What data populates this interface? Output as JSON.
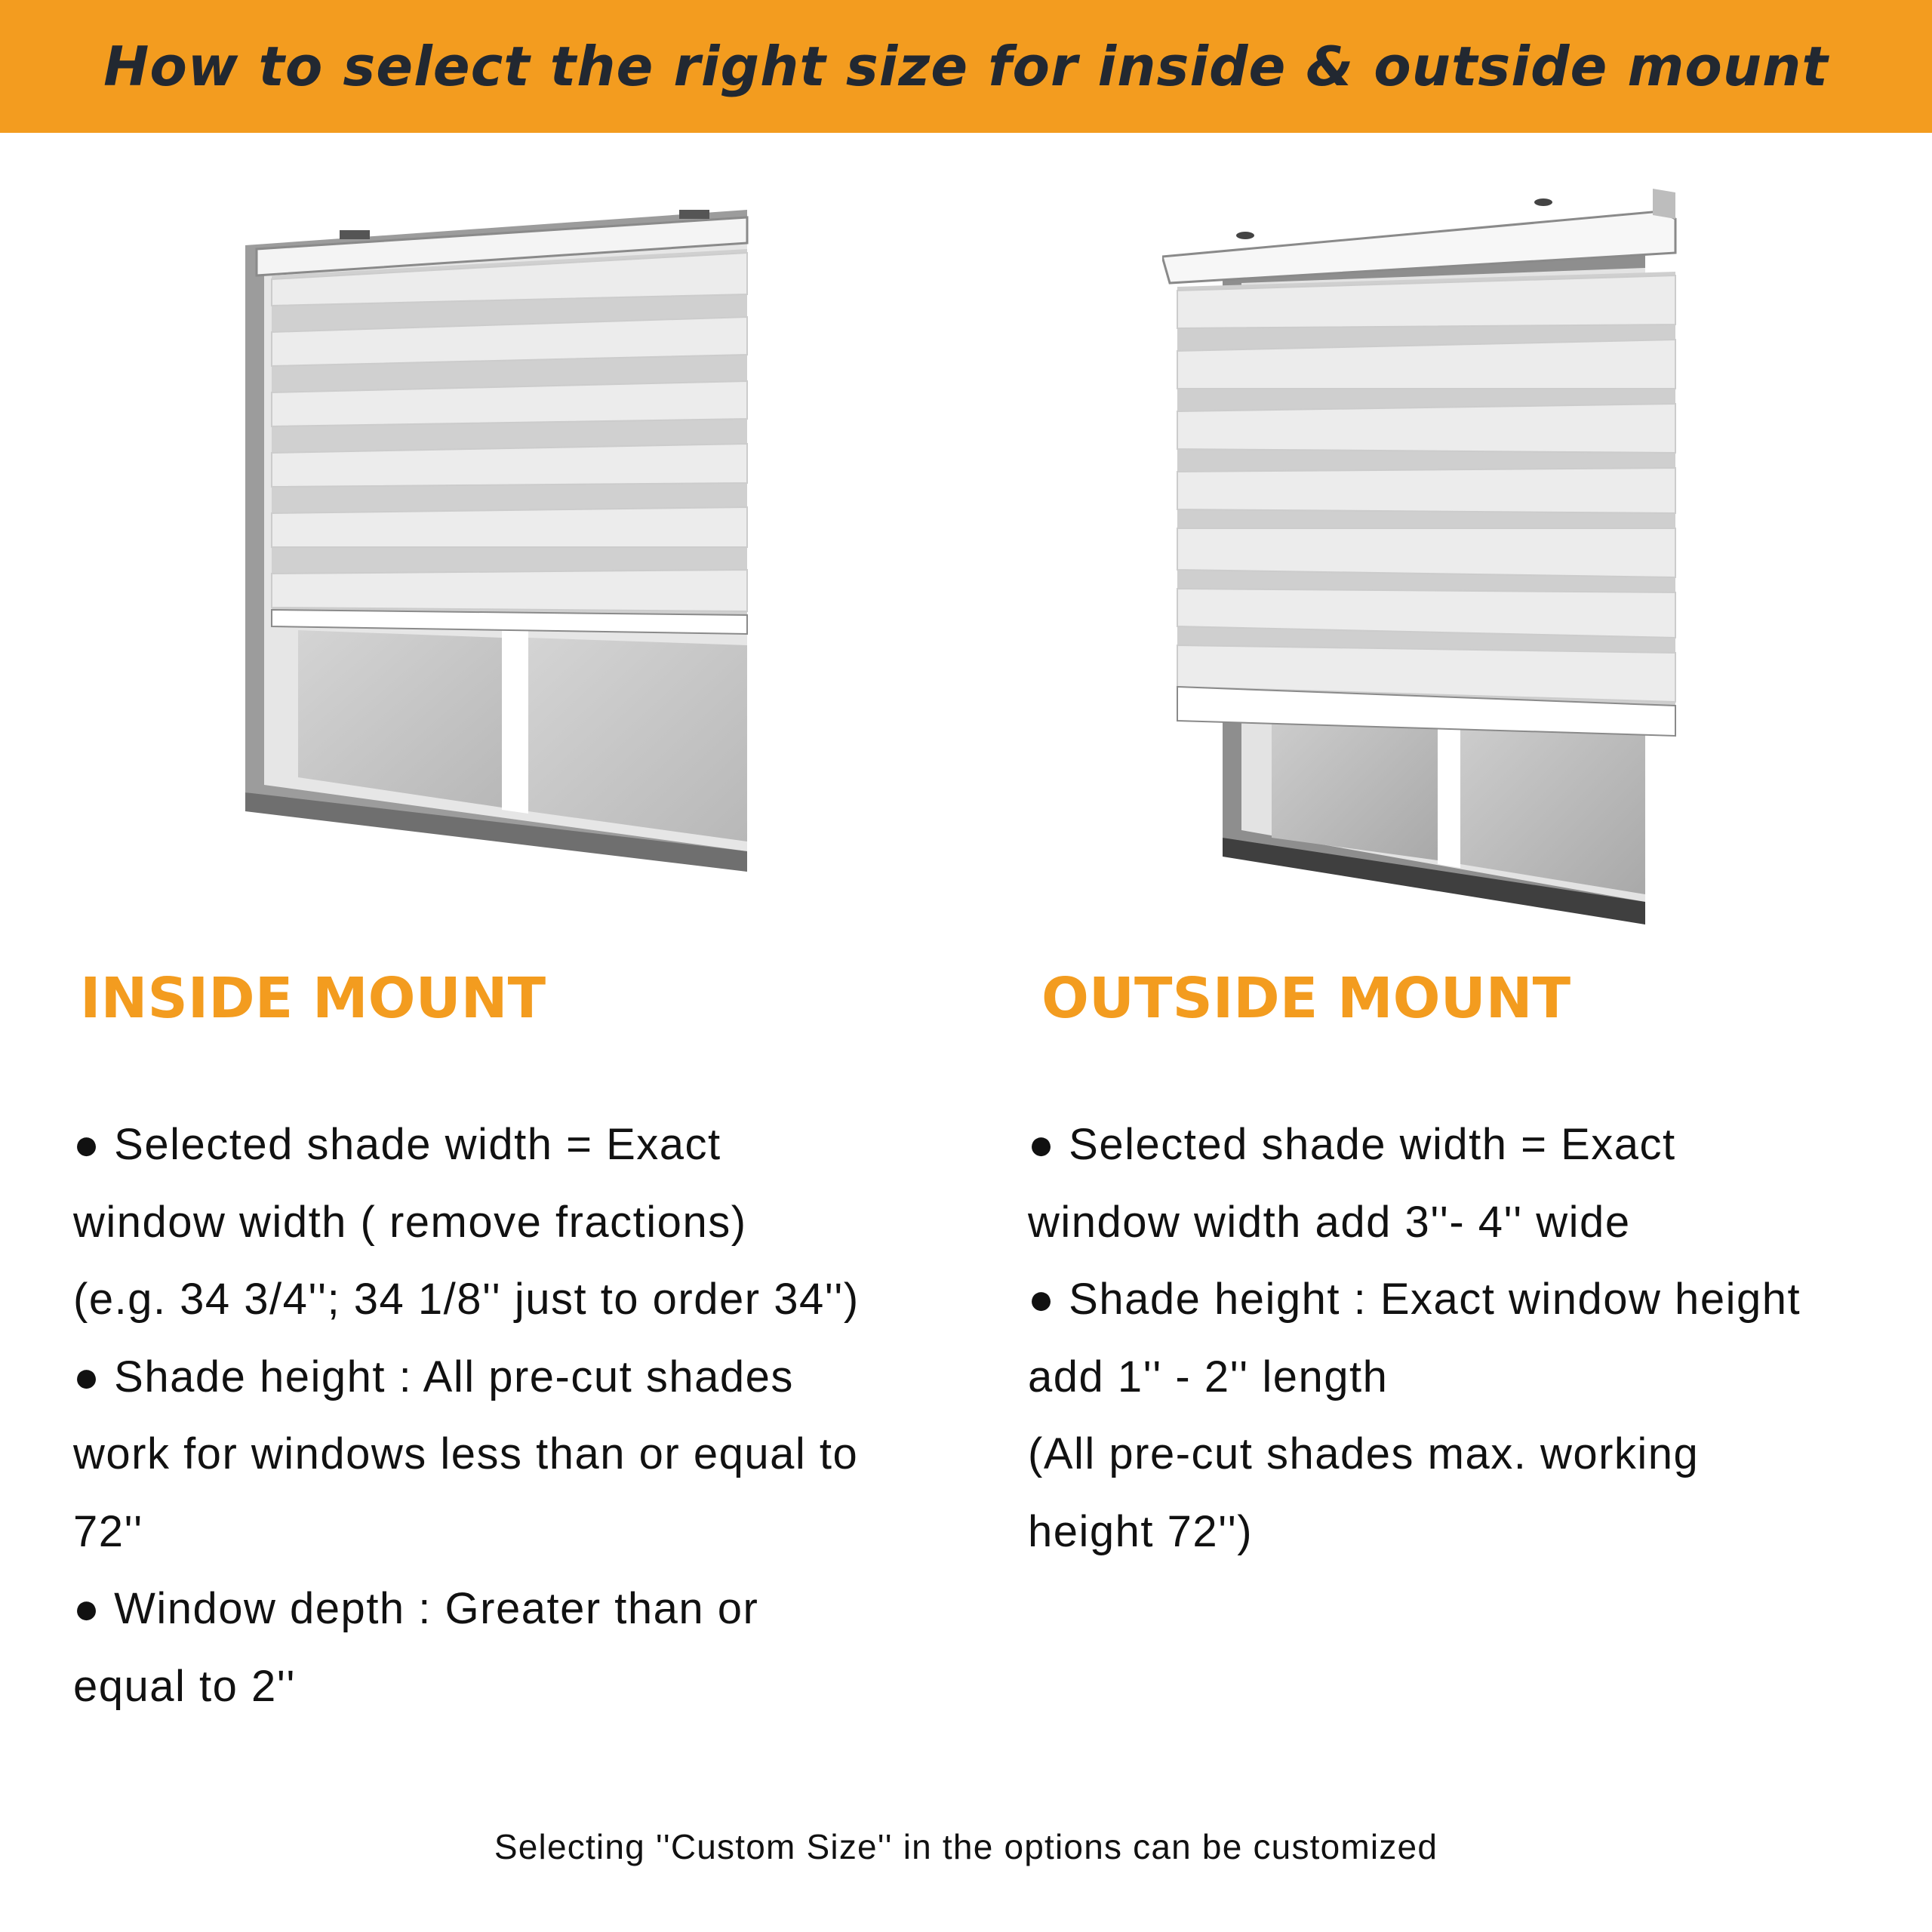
{
  "banner": {
    "title": "How to select the right size for inside & outside mount",
    "color": "#f39c1f"
  },
  "inside_mount": {
    "heading": "INSIDE MOUNT",
    "lines": [
      "● Selected shade width = Exact",
      "window width ( remove fractions)",
      "(e.g. 34 3/4''; 34 1/8'' just to order 34'')",
      "● Shade height : All pre-cut shades",
      "work for windows less than or equal to",
      "72''",
      "● Window depth : Greater than or",
      "equal to 2''"
    ]
  },
  "outside_mount": {
    "heading": "OUTSIDE MOUNT",
    "lines": [
      "● Selected shade width = Exact",
      "window width add 3''- 4'' wide",
      "● Shade height : Exact window height",
      "add 1'' - 2'' length",
      "(All pre-cut shades max. working",
      "height 72'')"
    ]
  },
  "footer": {
    "note": "Selecting ''Custom Size'' in the options can be customized"
  },
  "colors": {
    "accent": "#f39c1f",
    "title_text": "#222831",
    "body_text": "#111111"
  },
  "icons": [
    "inside-mount-window-shade-icon",
    "outside-mount-window-shade-icon"
  ]
}
